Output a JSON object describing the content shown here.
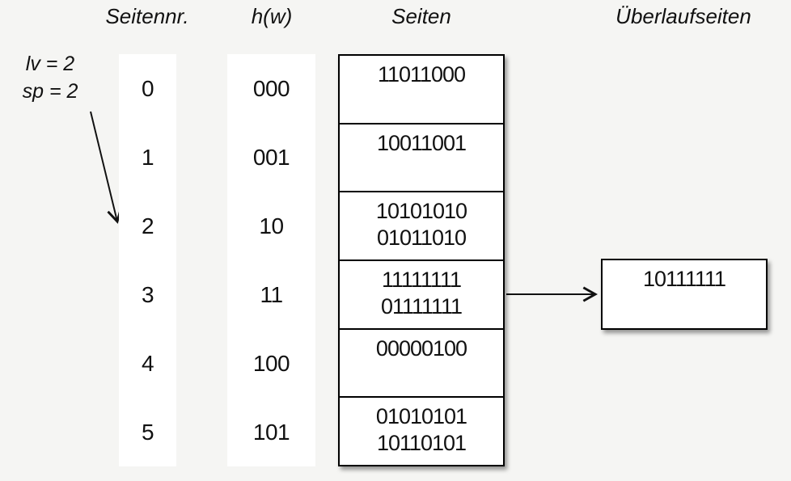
{
  "colors": {
    "background": "#f5f5f3",
    "box_fill": "#ffffff",
    "line": "#000000",
    "text": "#111111"
  },
  "headers": {
    "seitennr": "Seitennr.",
    "hw": "h(w)",
    "seiten": "Seiten",
    "ueberlauf": "Überlaufseiten"
  },
  "annotation": {
    "line1": "lv = 2",
    "line2": "sp = 2",
    "points_to_page": "2"
  },
  "table": {
    "rows": [
      {
        "nr": "0",
        "hash": "000",
        "entries": [
          "11011000"
        ]
      },
      {
        "nr": "1",
        "hash": "001",
        "entries": [
          "10011001"
        ]
      },
      {
        "nr": "2",
        "hash": "10",
        "entries": [
          "10101010",
          "01011010"
        ]
      },
      {
        "nr": "3",
        "hash": "11",
        "entries": [
          "11111111",
          "01111111"
        ],
        "has_overflow": true
      },
      {
        "nr": "4",
        "hash": "100",
        "entries": [
          "00000100"
        ]
      },
      {
        "nr": "5",
        "hash": "101",
        "entries": [
          "01010101",
          "10110101"
        ]
      }
    ]
  },
  "overflow_box": {
    "value": "10111111",
    "linked_from_page": "3"
  }
}
